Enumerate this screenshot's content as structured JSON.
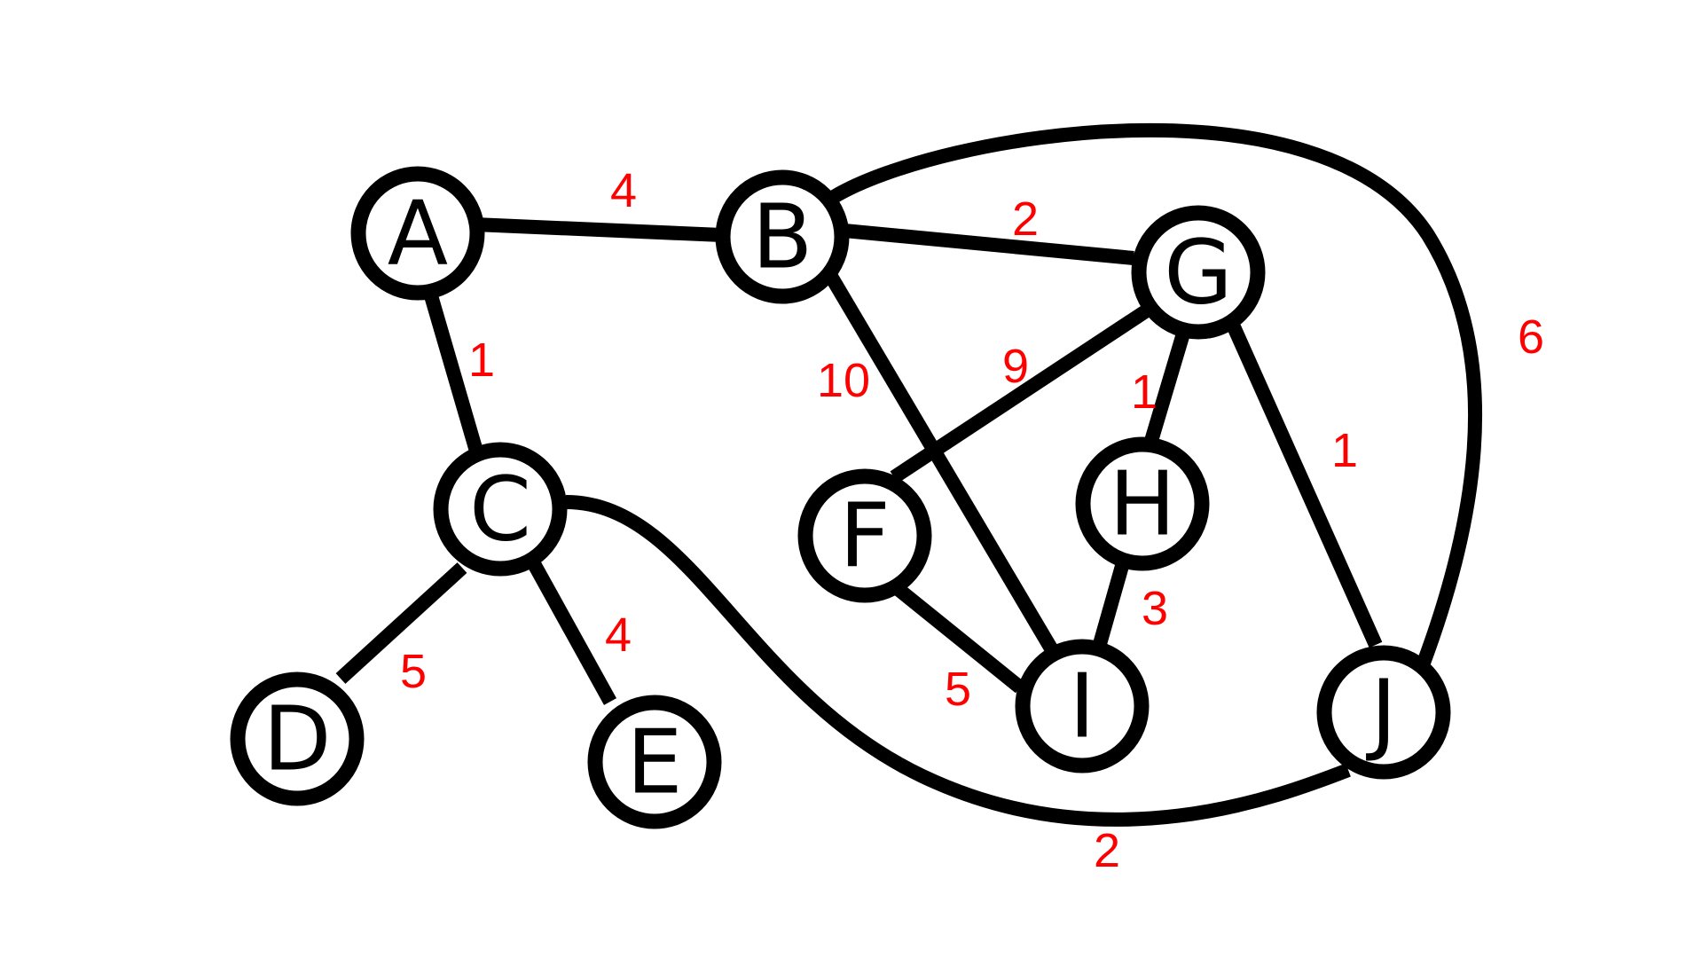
{
  "graph": {
    "nodes": [
      {
        "id": "A",
        "label": "A"
      },
      {
        "id": "B",
        "label": "B"
      },
      {
        "id": "C",
        "label": "C"
      },
      {
        "id": "D",
        "label": "D"
      },
      {
        "id": "E",
        "label": "E"
      },
      {
        "id": "F",
        "label": "F"
      },
      {
        "id": "G",
        "label": "G"
      },
      {
        "id": "H",
        "label": "H"
      },
      {
        "id": "I",
        "label": "I"
      },
      {
        "id": "J",
        "label": "J"
      }
    ],
    "edges": [
      {
        "from": "A",
        "to": "B",
        "weight": "4"
      },
      {
        "from": "A",
        "to": "C",
        "weight": "1"
      },
      {
        "from": "C",
        "to": "D",
        "weight": "5"
      },
      {
        "from": "C",
        "to": "E",
        "weight": "4"
      },
      {
        "from": "C",
        "to": "J",
        "weight": "2"
      },
      {
        "from": "B",
        "to": "G",
        "weight": "2"
      },
      {
        "from": "B",
        "to": "I",
        "weight": "10"
      },
      {
        "from": "B",
        "to": "J",
        "weight": "6"
      },
      {
        "from": "G",
        "to": "F",
        "weight": "9"
      },
      {
        "from": "G",
        "to": "H",
        "weight": "1"
      },
      {
        "from": "G",
        "to": "J",
        "weight": "1"
      },
      {
        "from": "F",
        "to": "I",
        "weight": "5"
      },
      {
        "from": "H",
        "to": "I",
        "weight": "3"
      }
    ]
  },
  "colors": {
    "node_stroke": "#000000",
    "node_fill": "#ffffff",
    "edge": "#000000",
    "weight_text": "#ff0000"
  }
}
